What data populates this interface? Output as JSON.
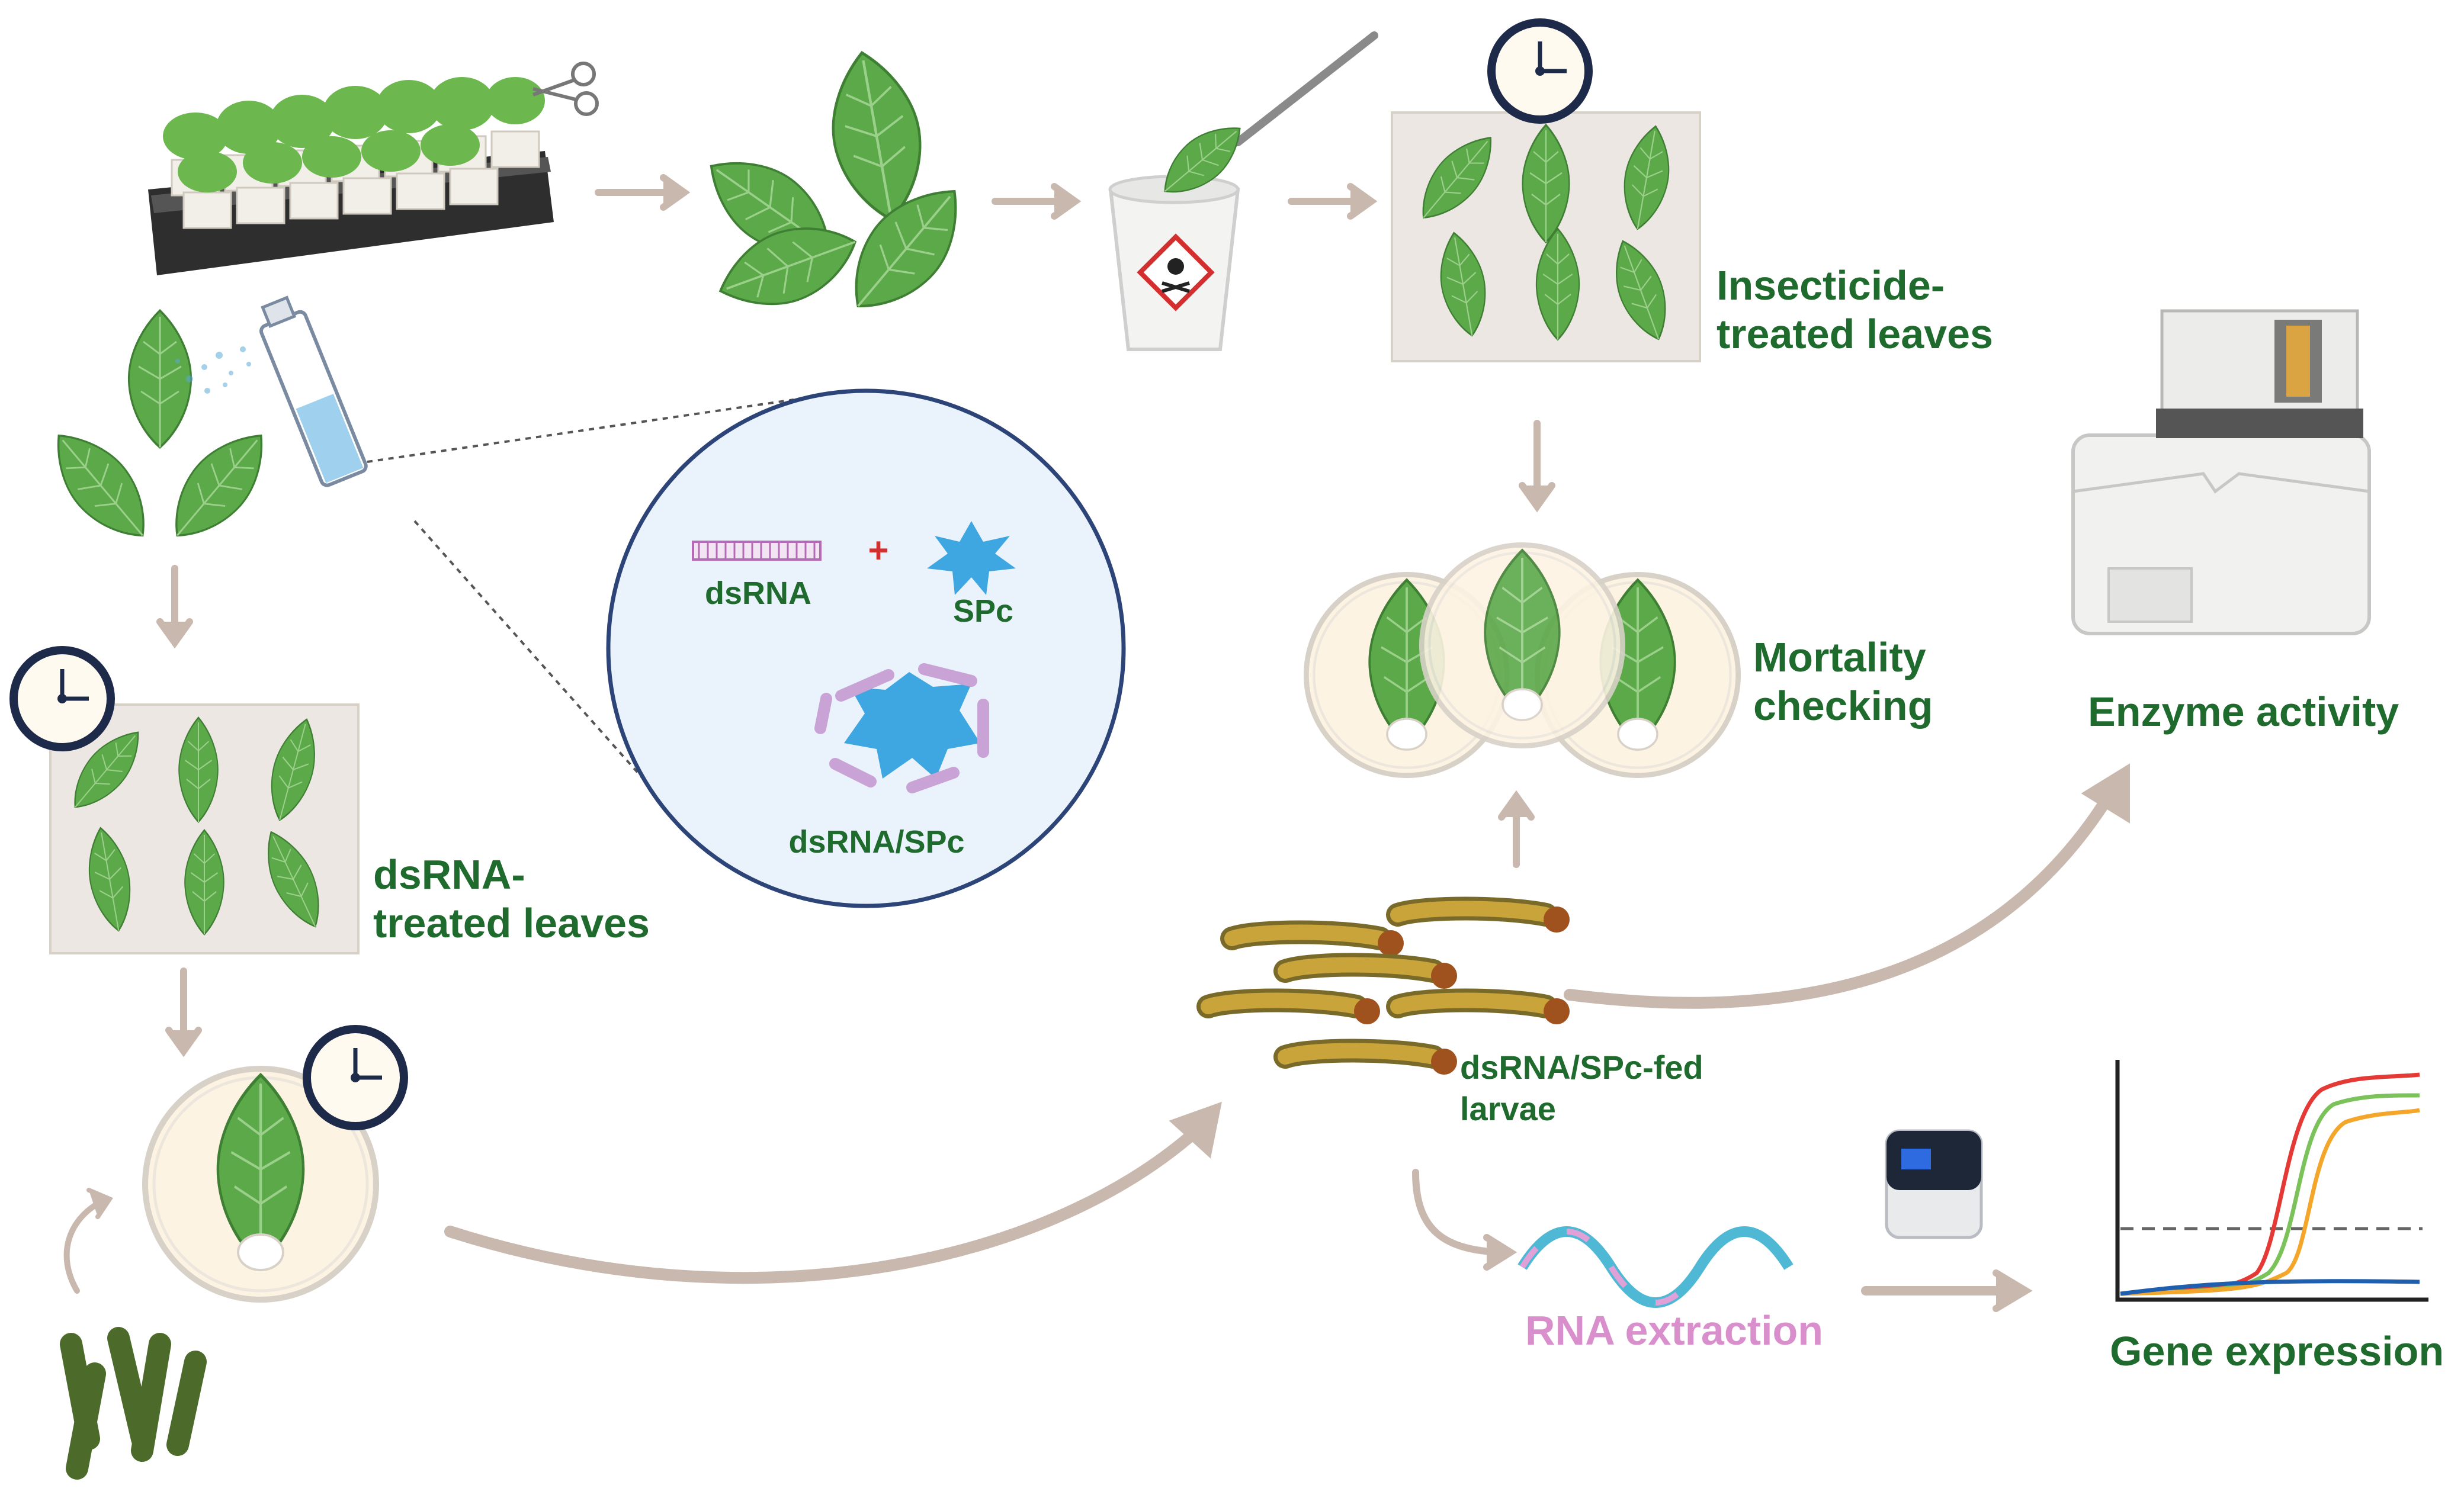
{
  "labels": {
    "insecticide_line1": "Insecticide-",
    "insecticide_line2": "treated leaves",
    "dsrna_line1": "dsRNA-",
    "dsrna_line2": "treated leaves",
    "mortality_line1": "Mortality",
    "mortality_line2": "checking",
    "enzyme": "Enzyme activity",
    "larvae_line1": "dsRNA/SPc-fed",
    "larvae_line2": "larvae",
    "rna": "RNA extraction",
    "gene": "Gene expression",
    "inset_dsrna": "dsRNA",
    "inset_plus": "+",
    "inset_spc": "SPc",
    "inset_complex": "dsRNA/SPc"
  },
  "colors": {
    "label_green": "#1f6b2e",
    "rna_pink": "#d98fcc",
    "arrow": "#c9b8ae",
    "leaf": "#5ca94a",
    "inset_bg": "#eaf3fb",
    "spc_blue": "#3ea6e0",
    "curve_red": "#e53935",
    "curve_green": "#7cc25a",
    "curve_orange": "#f4a62a",
    "curve_blue": "#1e5fb0"
  },
  "icons": [
    "seedling-tray-icon",
    "scissors-icon",
    "leaf-icon",
    "forceps-icon",
    "cup-icon",
    "toxic-hazard-icon",
    "clock-icon",
    "spray-bottle-icon",
    "petri-dish-icon",
    "larva-icon",
    "rna-strand-icon",
    "qpcr-machine-icon",
    "plate-reader-icon",
    "amplification-plot-icon"
  ]
}
